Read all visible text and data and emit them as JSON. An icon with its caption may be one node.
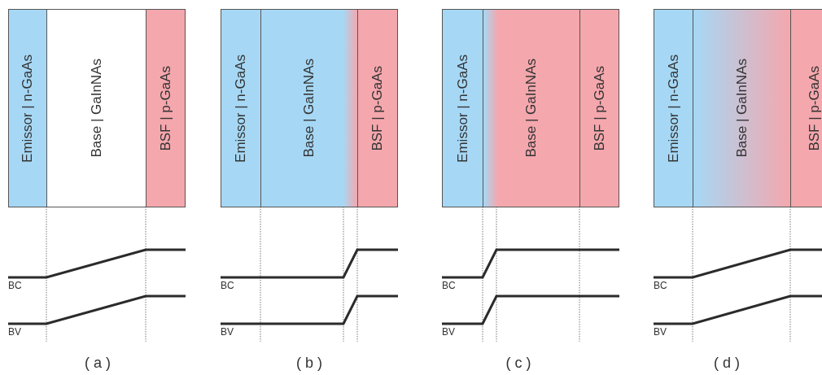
{
  "diagram": {
    "nodes": [
      {
        "text": [
          "Emissor | n-GaAs"
        ]
      },
      {
        "text": [
          "Base | GaInNAs"
        ]
      },
      {
        "text": [
          "BSF | p-GaAs"
        ]
      },
      {
        "text": [
          "Emissor | n-GaAs"
        ]
      },
      {
        "text": [
          "Base | GaInNAs"
        ]
      },
      {
        "text": [
          "BSF | p-GaAs"
        ]
      },
      {
        "text": [
          "Emissor | n-GaAs"
        ]
      },
      {
        "text": [
          "Base | GaInNAs"
        ]
      },
      {
        "text": [
          "BSF | p-GaAs"
        ]
      },
      {
        "text": [
          "Emissor | n-GaAs"
        ]
      },
      {
        "text": [
          "Base | GaInNAs"
        ]
      },
      {
        "text": [
          "BSF | p-GaAs"
        ]
      }
    ],
    "labels": [
      "BC",
      "BC",
      "BC",
      "BC",
      "BV",
      "BV",
      "BV",
      "BV",
      "( a )",
      "( b )",
      "( c )",
      "( d )"
    ]
  }
}
